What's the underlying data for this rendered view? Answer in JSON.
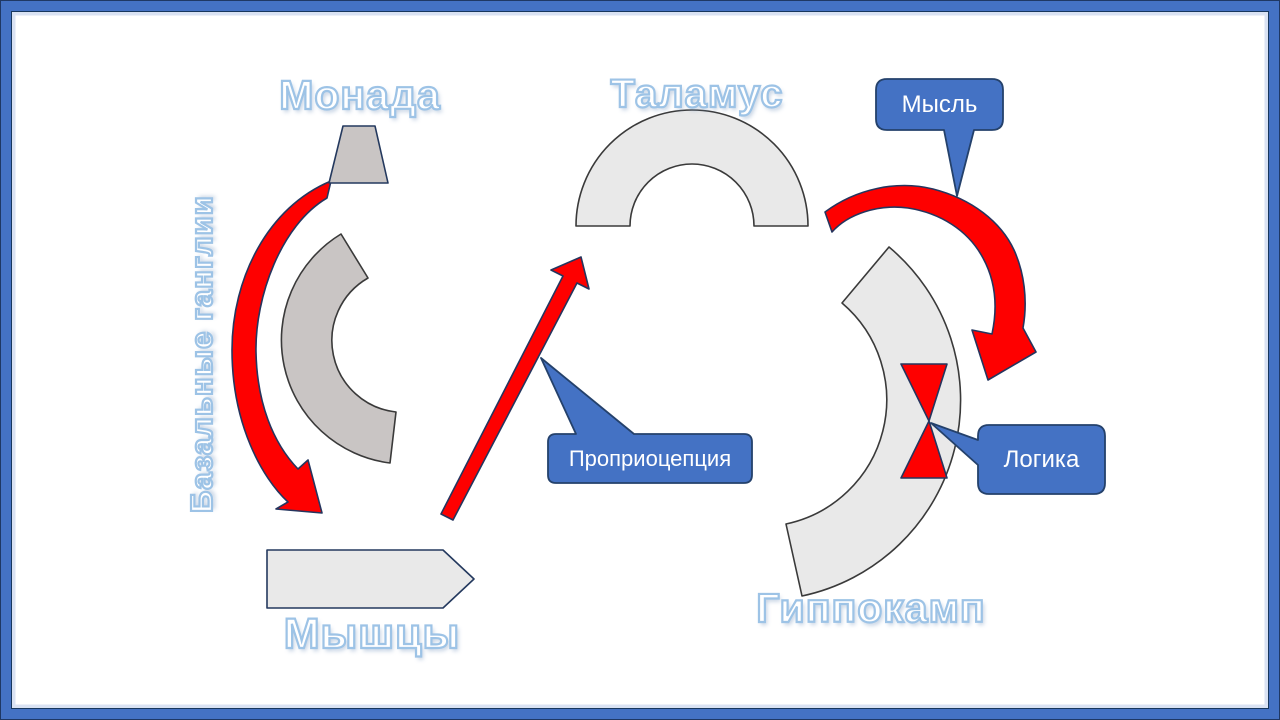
{
  "slide": {
    "region_labels": {
      "monada": "Монада",
      "talamus": "Таламус",
      "bazalnye_ganglii": "Базальные ганглии",
      "myshtsy": "Мышцы",
      "gippokamp": "Гиппокамп"
    },
    "callouts": {
      "mysl": {
        "label": "Мысль"
      },
      "propriotseptsiya": {
        "label": "Проприоцепция"
      },
      "logika": {
        "label": "Логика"
      }
    },
    "colors": {
      "frame_blue": "#4472C4",
      "frame_navy": "#1F3864",
      "frame_inner_line": "#D9E2F3",
      "callout_fill": "#4472C4",
      "callout_border": "#24416B",
      "arrow_red": "#FE0000",
      "red_border": "#25355E",
      "shape_gray_warm": "#C9C5C4",
      "shape_gray_light": "#E9E9E9",
      "shape_border_navy": "#24395E",
      "shape_border_gray": "#3A3A3A",
      "label_outline_blue": "#9DC3E6",
      "text_white": "#FFFFFF"
    }
  }
}
